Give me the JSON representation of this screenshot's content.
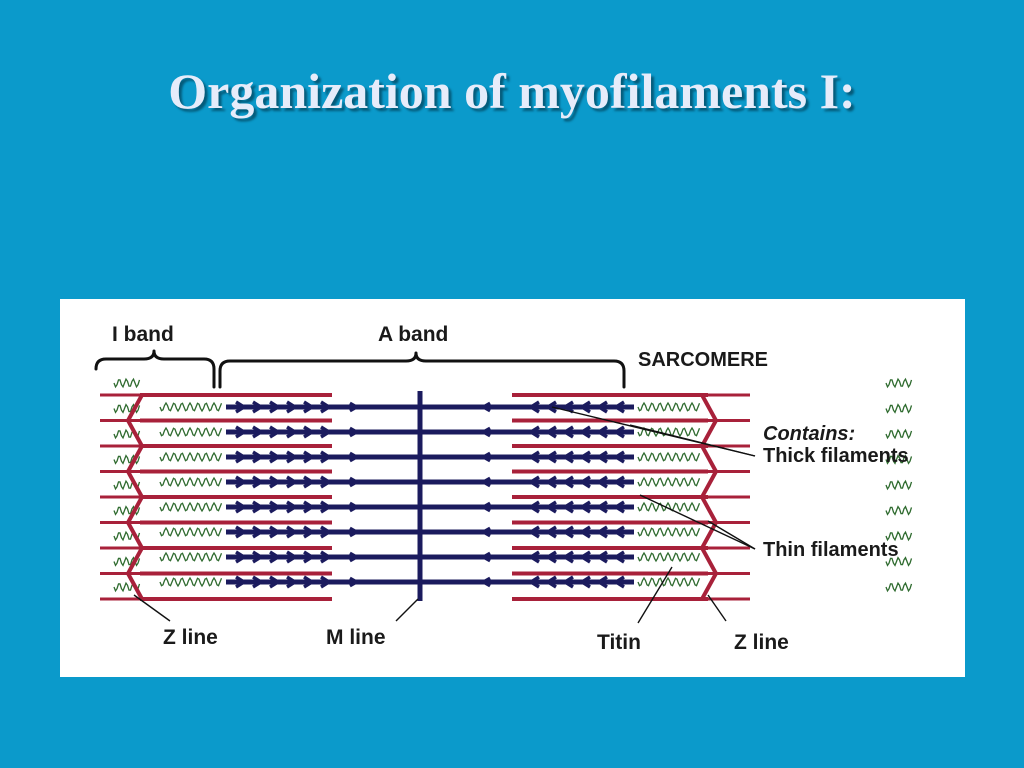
{
  "slide": {
    "title": "Organization of myofilaments I:"
  },
  "diagram": {
    "labels": {
      "i_band": "I band",
      "a_band": "A band",
      "sarcomere": "SARCOMERE",
      "contains": "Contains:",
      "thick_filaments": "Thick filaments",
      "thin_filaments": "Thin filaments",
      "z_line_left": "Z line",
      "m_line": "M line",
      "titin": "Titin",
      "z_line_right": "Z line"
    },
    "colors": {
      "background": "#0b9acb",
      "thin_filament": "#a8213a",
      "thick_filament": "#1b1b5e",
      "titin": "#2f6b2f"
    }
  }
}
